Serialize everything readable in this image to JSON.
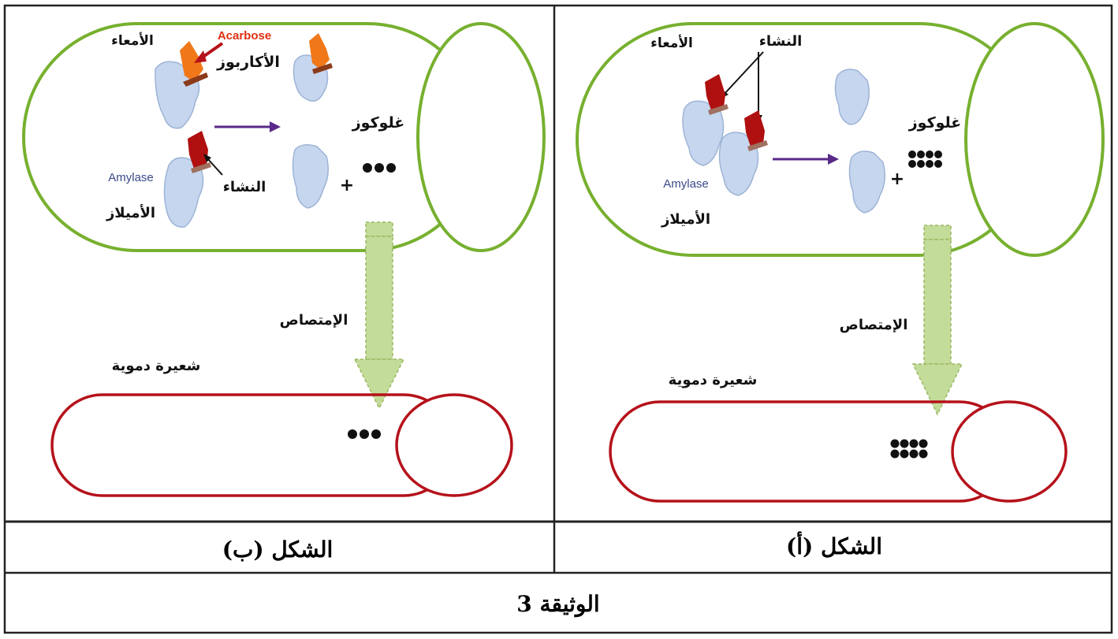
{
  "document": {
    "title": "الوثيقة 3"
  },
  "figure_a": {
    "caption": "الشكل (أ)",
    "intestine_label": "الأمعاء",
    "starch_label": "النشاء",
    "glucose_label": "غلوكوز",
    "enzyme_latin": "Amylase",
    "enzyme_arabic": "الأميلاز",
    "absorption_label": "الإمتصاص",
    "capillary_label": "شعيرة دموية",
    "plus_sign": "+",
    "glucose_count": 8
  },
  "figure_b": {
    "caption": "الشكل (ب)",
    "intestine_label": "الأمعاء",
    "inhibitor_latin": "Acarbose",
    "inhibitor_arabic": "الأكاربوز",
    "starch_label": "النشاء",
    "glucose_label": "غلوكوز",
    "enzyme_latin": "Amylase",
    "enzyme_arabic": "الأميلاز",
    "absorption_label": "الإمتصاص",
    "capillary_label": "شعيرة دموية",
    "plus_sign": "+",
    "glucose_count": 3
  },
  "colors": {
    "intestine": "#77b02f",
    "capillary": "#b5121b",
    "enzyme": "#c5d6ee",
    "starch": "#b01010",
    "acarbose": "#f07818",
    "arrow": "#5a2a8a",
    "absorption_arrow": "#c3dc9a",
    "enzyme_text": "#3a4a8a",
    "acarbose_text": "#e03010"
  }
}
